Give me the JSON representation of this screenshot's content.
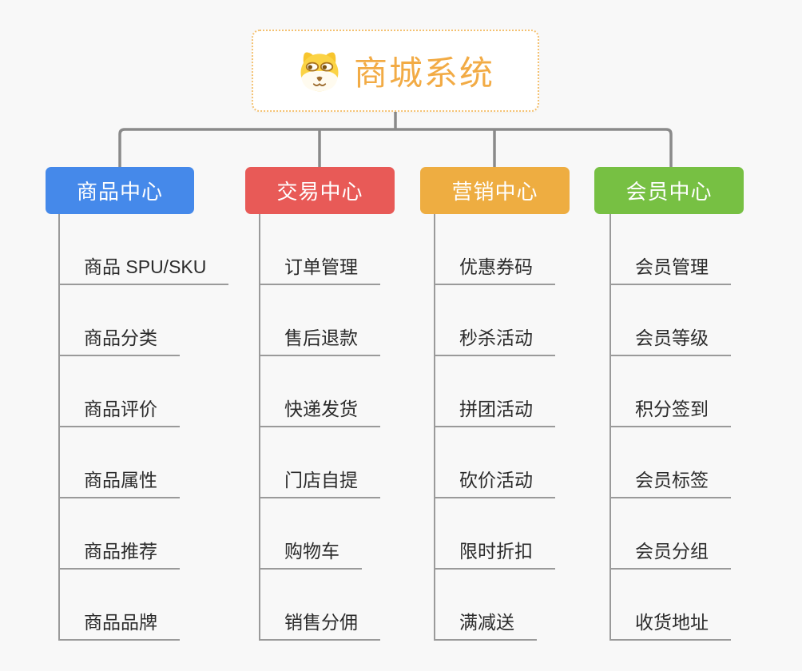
{
  "root": {
    "title": "商城系统",
    "icon": "dog-face-icon",
    "title_color": "#f2ab45",
    "border_color": "#f4c171"
  },
  "connector_color": "#8a8a8a",
  "leaf_line_color": "#9a9a9a",
  "leaf_text_color": "#2b2b2b",
  "branches": [
    {
      "label": "商品中心",
      "color": "#4589ea",
      "children": [
        "商品 SPU/SKU",
        "商品分类",
        "商品评价",
        "商品属性",
        "商品推荐",
        "商品品牌"
      ]
    },
    {
      "label": "交易中心",
      "color": "#e85a57",
      "children": [
        "订单管理",
        "售后退款",
        "快递发货",
        "门店自提",
        "购物车",
        "销售分佣"
      ]
    },
    {
      "label": "营销中心",
      "color": "#eead41",
      "children": [
        "优惠券码",
        "秒杀活动",
        "拼团活动",
        "砍价活动",
        "限时折扣",
        "满减送"
      ]
    },
    {
      "label": "会员中心",
      "color": "#77c043",
      "children": [
        "会员管理",
        "会员等级",
        "积分签到",
        "会员标签",
        "会员分组",
        "收货地址"
      ]
    }
  ]
}
